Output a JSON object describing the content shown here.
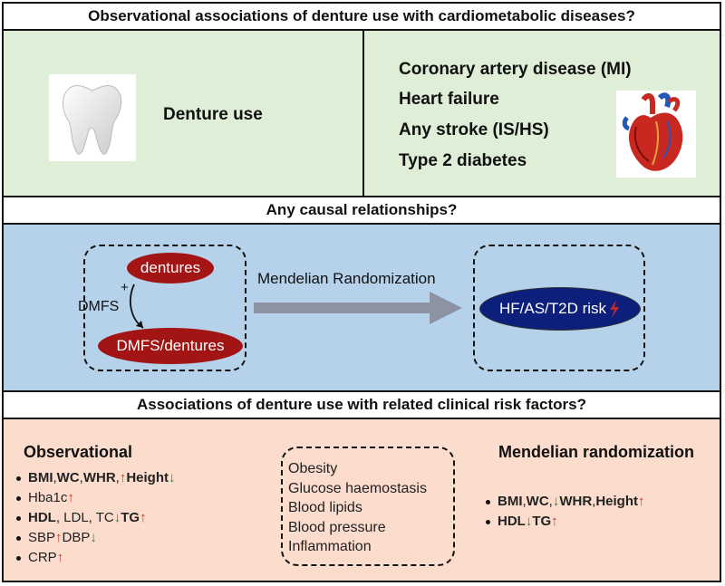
{
  "headers": {
    "top": "Observational associations of denture use with cardiometabolic diseases?",
    "middle": "Any causal relationships?",
    "bottom": "Associations of denture use with related clinical risk factors?"
  },
  "exposure": {
    "label": "Denture use",
    "icon": "tooth-icon"
  },
  "outcomes": {
    "items": [
      "Coronary artery disease (MI)",
      "Heart failure",
      "Any stroke (IS/HS)",
      "Type 2 diabetes"
    ],
    "icon": "heart-icon"
  },
  "mr": {
    "exposure_top": "dentures",
    "plus": "+",
    "side": "DMFS",
    "exposure_bottom": "DMFS/dentures",
    "method": "Mendelian Randomization",
    "outcome": "HF/AS/T2D risk"
  },
  "observational": {
    "title": "Observational",
    "rows": [
      [
        {
          "t": "BMI",
          "b": true
        },
        {
          "t": ", ",
          "b": false
        },
        {
          "t": "WC",
          "b": true
        },
        {
          "t": ", ",
          "b": false
        },
        {
          "t": "WHR",
          "b": true
        },
        {
          "t": ",",
          "b": false
        },
        {
          "a": "up"
        },
        {
          "t": " Height",
          "b": true
        },
        {
          "a": "down"
        }
      ],
      [
        {
          "t": "Hba1c",
          "b": false
        },
        {
          "a": "up"
        }
      ],
      [
        {
          "t": "HDL",
          "b": true
        },
        {
          "t": ", LDL, TC ",
          "b": false
        },
        {
          "a": "down"
        },
        {
          "t": " TG",
          "b": true
        },
        {
          "a": "up"
        }
      ],
      [
        {
          "t": "SBP ",
          "b": false
        },
        {
          "a": "up"
        },
        {
          "t": " DBP",
          "b": false
        },
        {
          "a": "down"
        }
      ],
      [
        {
          "t": "CRP",
          "b": false
        },
        {
          "a": "up"
        }
      ]
    ]
  },
  "factors": {
    "items": [
      "Obesity",
      "Glucose haemostasis",
      "Blood lipids",
      "Blood pressure",
      "Inflammation"
    ]
  },
  "mendelian": {
    "title": "Mendelian randomization",
    "rows": [
      [
        {
          "t": "BMI",
          "b": true
        },
        {
          "t": ", ",
          "b": false
        },
        {
          "t": "WC",
          "b": true
        },
        {
          "t": ", ",
          "b": false
        },
        {
          "a": "down"
        },
        {
          "t": " WHR",
          "b": true
        },
        {
          "t": ", ",
          "b": false
        },
        {
          "t": "Height",
          "b": true
        },
        {
          "a": "up"
        }
      ],
      [
        {
          "t": "HDL",
          "b": true
        },
        {
          "t": " ",
          "b": false
        },
        {
          "a": "down"
        },
        {
          "t": " TG",
          "b": true
        },
        {
          "t": " ",
          "b": false
        },
        {
          "a": "up"
        }
      ]
    ]
  },
  "colors": {
    "green_panel": "#dfeed7",
    "blue_panel": "#b5d2ea",
    "peach_panel": "#fbdccd",
    "red_pill": "#a31414",
    "navy_pill": "#0c1f7a",
    "arrow_up": "#c0392b",
    "arrow_down": "#1e8a2a",
    "mr_arrow": "#8c93a3"
  }
}
